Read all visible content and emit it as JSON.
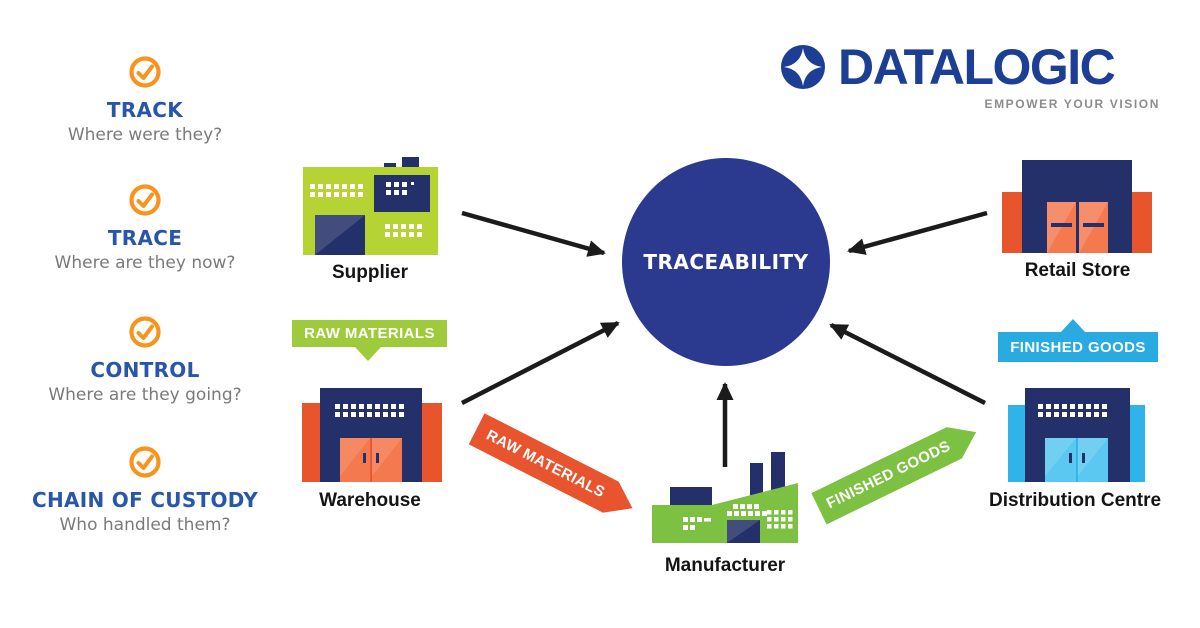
{
  "brand": {
    "name": "DATALOGIC",
    "tagline": "EMPOWER YOUR VISION",
    "logo_icon": "datalogic-star-circle-icon"
  },
  "checklist": [
    {
      "title": "TRACK",
      "subtitle": "Where were they?",
      "icon": "check-circle-icon"
    },
    {
      "title": "TRACE",
      "subtitle": "Where are they now?",
      "icon": "check-circle-icon"
    },
    {
      "title": "CONTROL",
      "subtitle": "Where are they going?",
      "icon": "check-circle-icon"
    },
    {
      "title": "CHAIN OF CUSTODY",
      "subtitle": "Who handled them?",
      "icon": "check-circle-icon"
    }
  ],
  "center": {
    "label": "TRACEABILITY"
  },
  "nodes": [
    {
      "label": "Supplier",
      "icon": "factory-building-icon"
    },
    {
      "label": "Warehouse",
      "icon": "warehouse-building-icon"
    },
    {
      "label": "Manufacturer",
      "icon": "manufacturer-building-icon"
    },
    {
      "label": "Retail Store",
      "icon": "retail-store-building-icon"
    },
    {
      "label": "Distribution Centre",
      "icon": "distribution-centre-building-icon"
    }
  ],
  "banners": {
    "raw_materials_tag": "RAW MATERIALS",
    "raw_materials_ribbon": "RAW MATERIALS",
    "finished_goods_ribbon": "FINISHED GOODS",
    "finished_goods_tag": "FINISHED GOODS"
  },
  "colors": {
    "brand_blue": "#1C3E94",
    "heading_blue": "#2856A8",
    "circle_blue": "#2B3A8E",
    "building_navy": "#243069",
    "lime_green": "#B5D333",
    "green": "#7CC142",
    "tag_green": "#9DCB3B",
    "orange": "#E8552D",
    "door_orange": "#F5794F",
    "cyan": "#29ABE2",
    "door_cyan": "#5AC8F0",
    "check_orange": "#F7941D",
    "arrow_black": "#1b1b1b",
    "gray_text": "#7a7a7a"
  }
}
